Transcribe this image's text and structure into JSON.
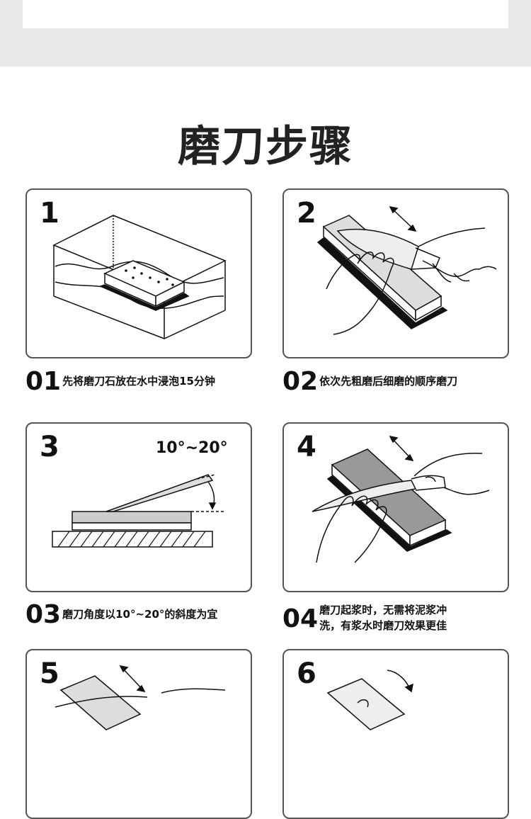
{
  "page": {
    "title": "磨刀步骤"
  },
  "steps": [
    {
      "number": "1",
      "caption_number": "01",
      "caption": "先将磨刀石放在水中浸泡15分钟"
    },
    {
      "number": "2",
      "caption_number": "02",
      "caption": "依次先粗磨后细磨的顺序磨刀"
    },
    {
      "number": "3",
      "caption_number": "03",
      "caption": "磨刀角度以10°~20°的斜度为宜",
      "angle_label": "10°~20°"
    },
    {
      "number": "4",
      "caption_number": "04",
      "caption_line1": "磨刀起浆时，无需将泥浆冲",
      "caption_line2": "洗，有浆水时磨刀效果更佳"
    },
    {
      "number": "5"
    },
    {
      "number": "6"
    }
  ]
}
